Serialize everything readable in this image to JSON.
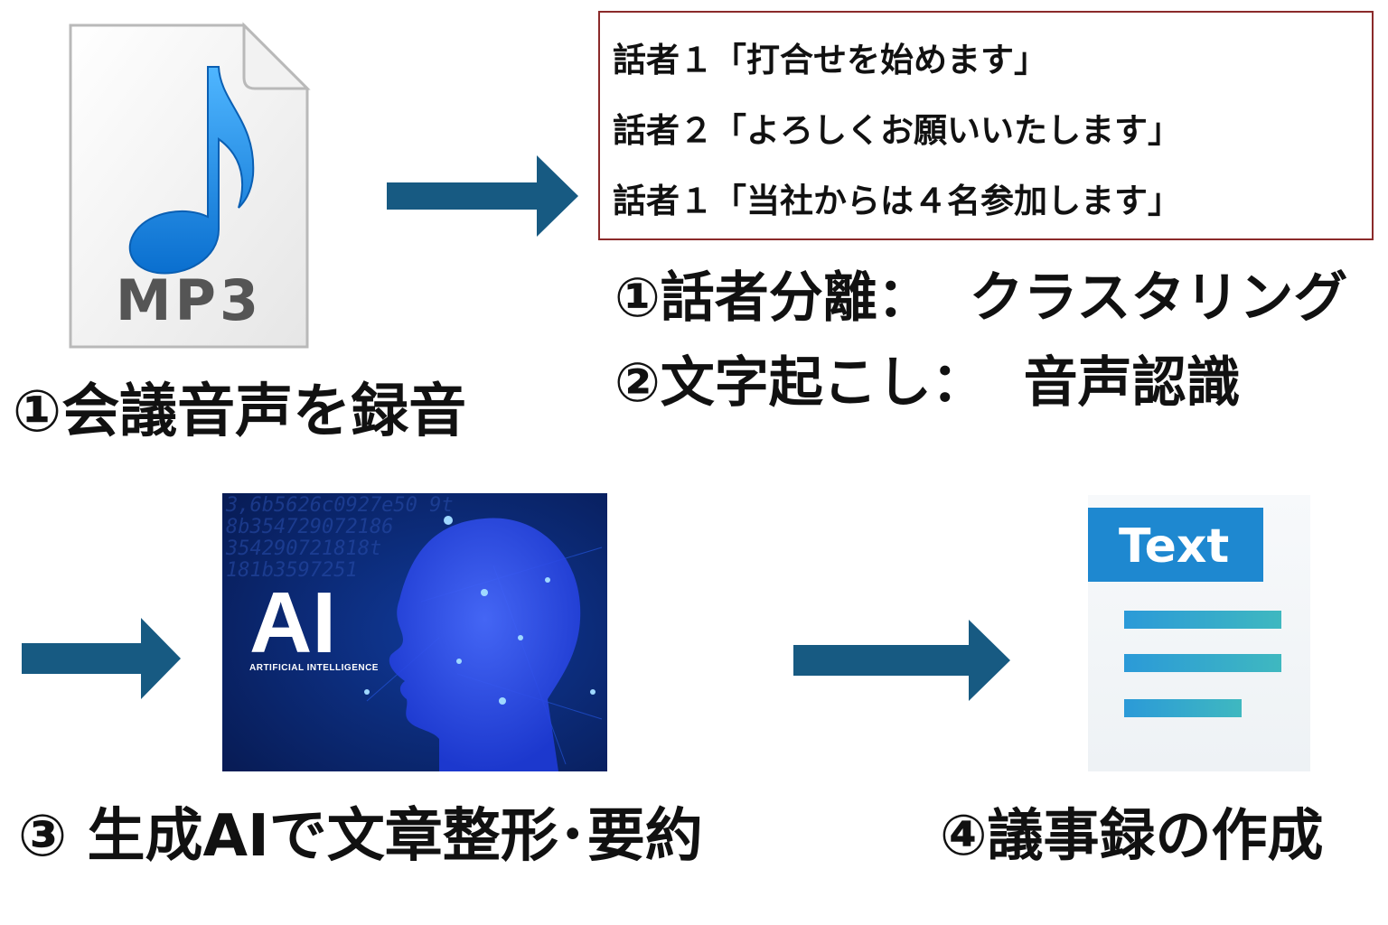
{
  "mp3_icon": {
    "icon": "music-note-file-icon",
    "label": "MP3",
    "note_color": "#1a8ee6",
    "label_color": "#555555"
  },
  "transcript": {
    "lines": [
      "話者１「打合せを始めます」",
      "話者２「よろしくお願いいたします」",
      "話者１「当社からは４名参加します」"
    ],
    "border_color": "#8b2a2a"
  },
  "steps": {
    "record": "①会議音声を録音",
    "diarization": "①話者分離：  クラスタリング",
    "transcription": "②文字起こし：  音声認識",
    "ai_format": "③ 生成AIで文章整形･要約",
    "minutes": "④議事録の作成"
  },
  "ai_image": {
    "title": "AI",
    "subtitle": "ARTIFICIAL INTELLIGENCE",
    "bg_color": "#071a52",
    "head_color": "#1e3ad8"
  },
  "text_doc": {
    "icon": "text-document-icon",
    "label": "Text",
    "header_color": "#1e88d0",
    "line_color": "#3fb8c0"
  },
  "colors": {
    "arrow": "#175a82"
  }
}
